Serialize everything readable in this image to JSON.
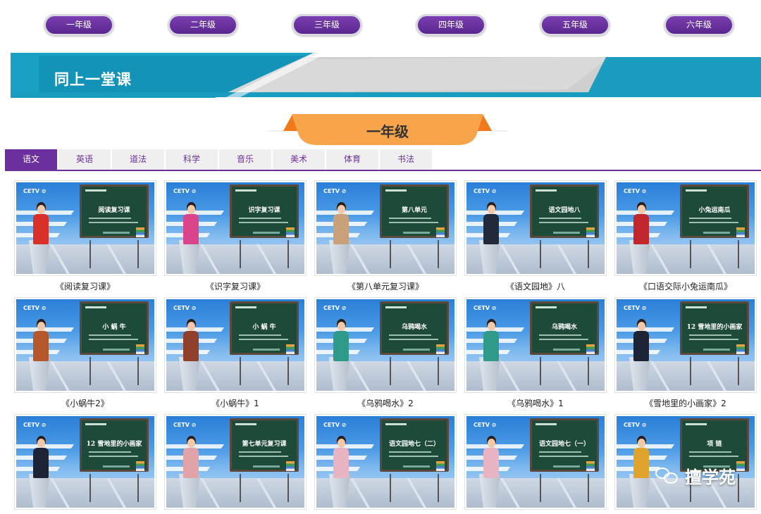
{
  "grades": [
    "一年级",
    "二年级",
    "三年级",
    "四年级",
    "五年级",
    "六年级"
  ],
  "banner": {
    "title": "同上一堂课"
  },
  "grade_heading": "一年级",
  "tabs": [
    {
      "label": "语文",
      "active": true
    },
    {
      "label": "英语",
      "active": false
    },
    {
      "label": "道法",
      "active": false
    },
    {
      "label": "科学",
      "active": false
    },
    {
      "label": "音乐",
      "active": false
    },
    {
      "label": "美术",
      "active": false
    },
    {
      "label": "体育",
      "active": false
    },
    {
      "label": "书法",
      "active": false
    }
  ],
  "videos": [
    {
      "caption": "《阅读复习课》",
      "board": "阅读复习课",
      "outfit": "#d9302c"
    },
    {
      "caption": "《识字复习课》",
      "board": "识字复习课",
      "outfit": "#d9448a"
    },
    {
      "caption": "《第八单元复习课》",
      "board": "第八单元",
      "outfit": "#c9a07a"
    },
    {
      "caption": "《语文园地》八",
      "board": "语文园地八",
      "outfit": "#222a3a"
    },
    {
      "caption": "《口语交际小兔运南瓜》",
      "board": "小兔运南瓜",
      "outfit": "#c0262b"
    },
    {
      "caption": "《小蜗牛2》",
      "board": "小 蜗 牛",
      "outfit": "#b5562b"
    },
    {
      "caption": "《小蜗牛》1",
      "board": "小 蜗 牛",
      "outfit": "#8f3f2a"
    },
    {
      "caption": "《乌鸦喝水》2",
      "board": "乌鸦喝水",
      "outfit": "#2f9a8a"
    },
    {
      "caption": "《乌鸦喝水》1",
      "board": "乌鸦喝水",
      "outfit": "#2f9a8a"
    },
    {
      "caption": "《雪地里的小画家》2",
      "board": "12 雪地里的小画家",
      "outfit": "#1d2435"
    },
    {
      "caption": "",
      "board": "12 雪地里的小画家",
      "outfit": "#1d2435"
    },
    {
      "caption": "",
      "board": "第七单元复习课",
      "outfit": "#e0a3a8"
    },
    {
      "caption": "",
      "board": "语文园地七（二）",
      "outfit": "#e8b3c2"
    },
    {
      "caption": "",
      "board": "语文园地七（一）",
      "outfit": "#e8b3c2"
    },
    {
      "caption": "",
      "board": "项 链",
      "outfit": "#e0a32c"
    }
  ],
  "watermark": {
    "text": "擅学苑",
    "icon": "wechat-icon"
  }
}
